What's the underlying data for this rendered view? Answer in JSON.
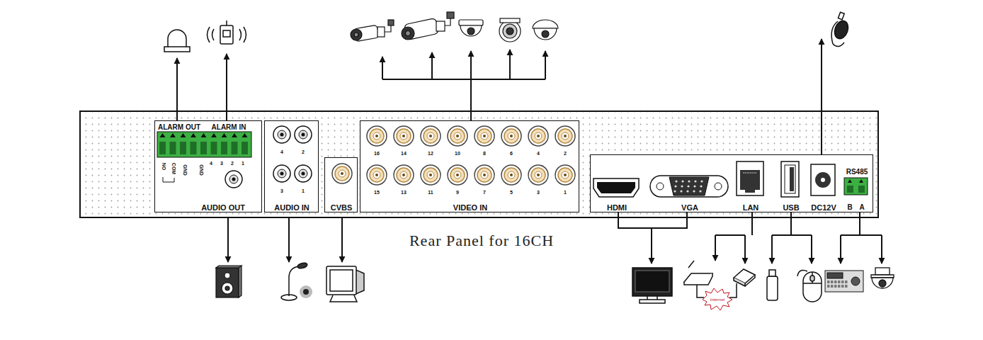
{
  "diagram": {
    "caption": "Rear Panel for 16CH",
    "nodes": [
      {
        "text": [
          "ALARM OUT",
          "ALARM IN",
          "AUDIO OUT"
        ]
      },
      {
        "text": [
          "AUDIO IN"
        ]
      },
      {
        "text": [
          "CVBS"
        ]
      },
      {
        "text": [
          "VIDEO IN"
        ]
      },
      {
        "text": [
          "HDMI",
          "VGA",
          "LAN",
          "USB",
          "DC12V",
          "RS485"
        ]
      }
    ],
    "labels": [
      "NO",
      "COM",
      "GND",
      "GND",
      "4",
      "3",
      "2",
      "1",
      "4",
      "2",
      "3",
      "1",
      "16",
      "14",
      "12",
      "10",
      "8",
      "6",
      "4",
      "2",
      "15",
      "13",
      "11",
      "9",
      "7",
      "5",
      "3",
      "1",
      "B",
      "A",
      "Internet"
    ]
  }
}
